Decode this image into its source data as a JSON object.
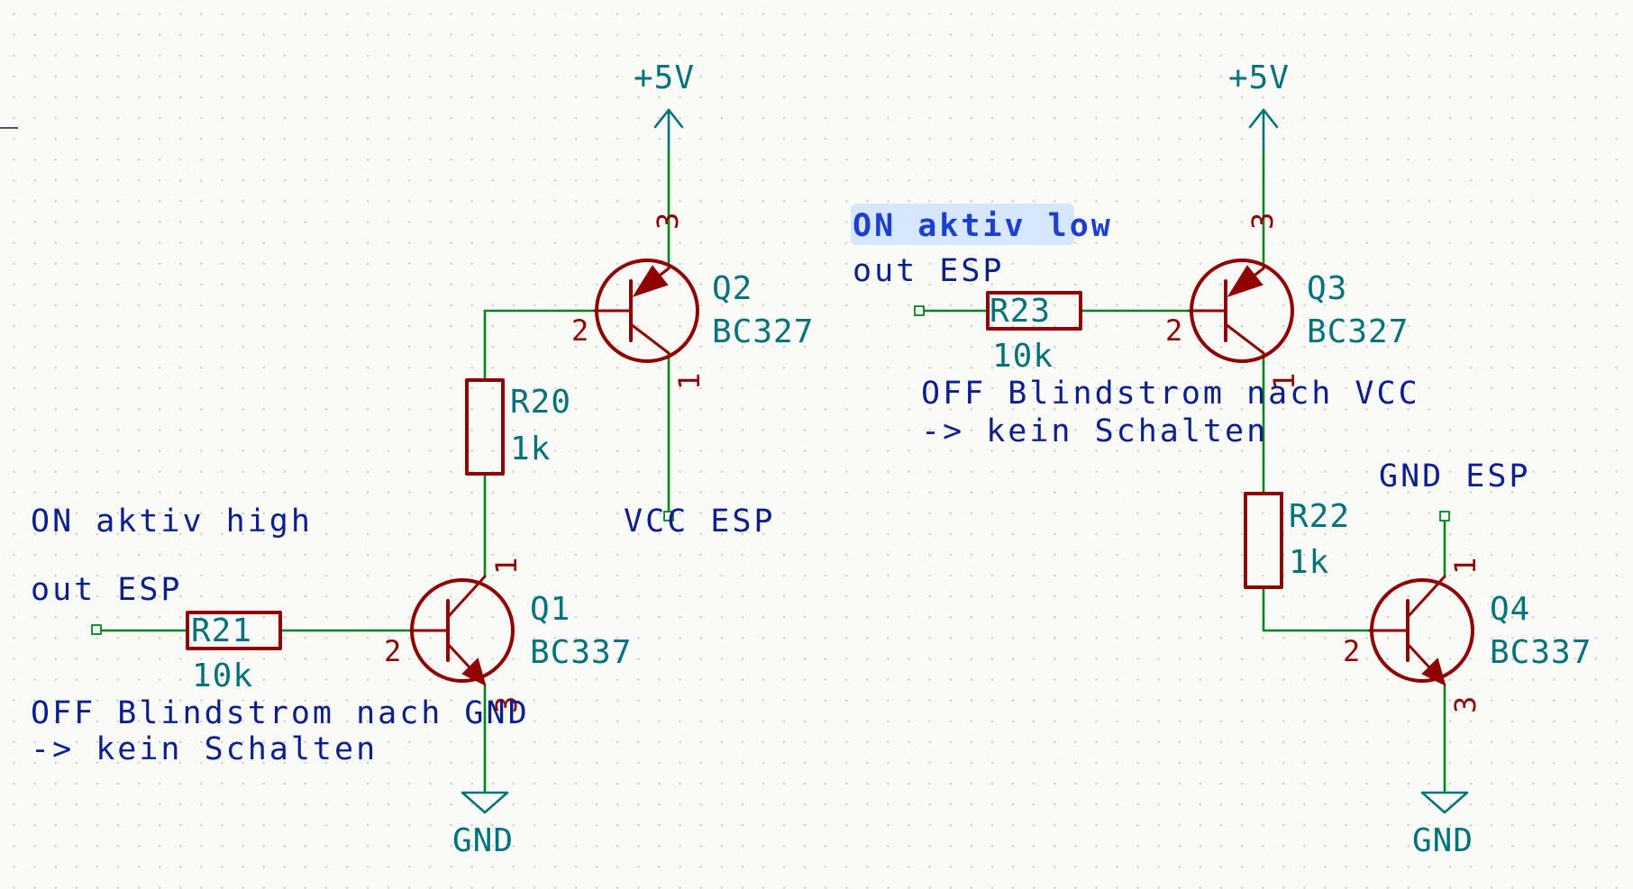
{
  "colors": {
    "wire": "#00841f",
    "symbol": "#8f0000",
    "reference": "#00737a",
    "note": "#0a1e8c",
    "note_highlight": "#1c3fcf",
    "grid_dot": "#c4c4c4"
  },
  "power": {
    "vcc_left": "+5V",
    "vcc_right": "+5V",
    "gnd_left": "GND",
    "gnd_right": "GND"
  },
  "components": {
    "q1": {
      "ref": "Q1",
      "value": "BC337",
      "pin_c": "1",
      "pin_b": "2",
      "pin_e": "3"
    },
    "q2": {
      "ref": "Q2",
      "value": "BC327",
      "pin_c": "1",
      "pin_b": "2",
      "pin_e": "3"
    },
    "q3": {
      "ref": "Q3",
      "value": "BC327",
      "pin_c": "1",
      "pin_b": "2",
      "pin_e": "3"
    },
    "q4": {
      "ref": "Q4",
      "value": "BC337",
      "pin_c": "1",
      "pin_b": "2",
      "pin_e": "3"
    },
    "r20": {
      "ref": "R20",
      "value": "1k"
    },
    "r21": {
      "ref": "R21",
      "value": "10k"
    },
    "r22": {
      "ref": "R22",
      "value": "1k"
    },
    "r23": {
      "ref": "R23",
      "value": "10k"
    }
  },
  "notes": {
    "left_on": "ON aktiv high",
    "left_in": "out ESP",
    "left_off_1": "OFF Blindstrom nach GND",
    "left_off_2": "-> kein Schalten",
    "left_vcc": "VCC ESP",
    "right_on": "ON aktiv low",
    "right_in": "out ESP",
    "right_off_1": "OFF Blindstrom nach VCC",
    "right_off_2": "-> kein Schalten",
    "right_gnd": "GND ESP"
  }
}
